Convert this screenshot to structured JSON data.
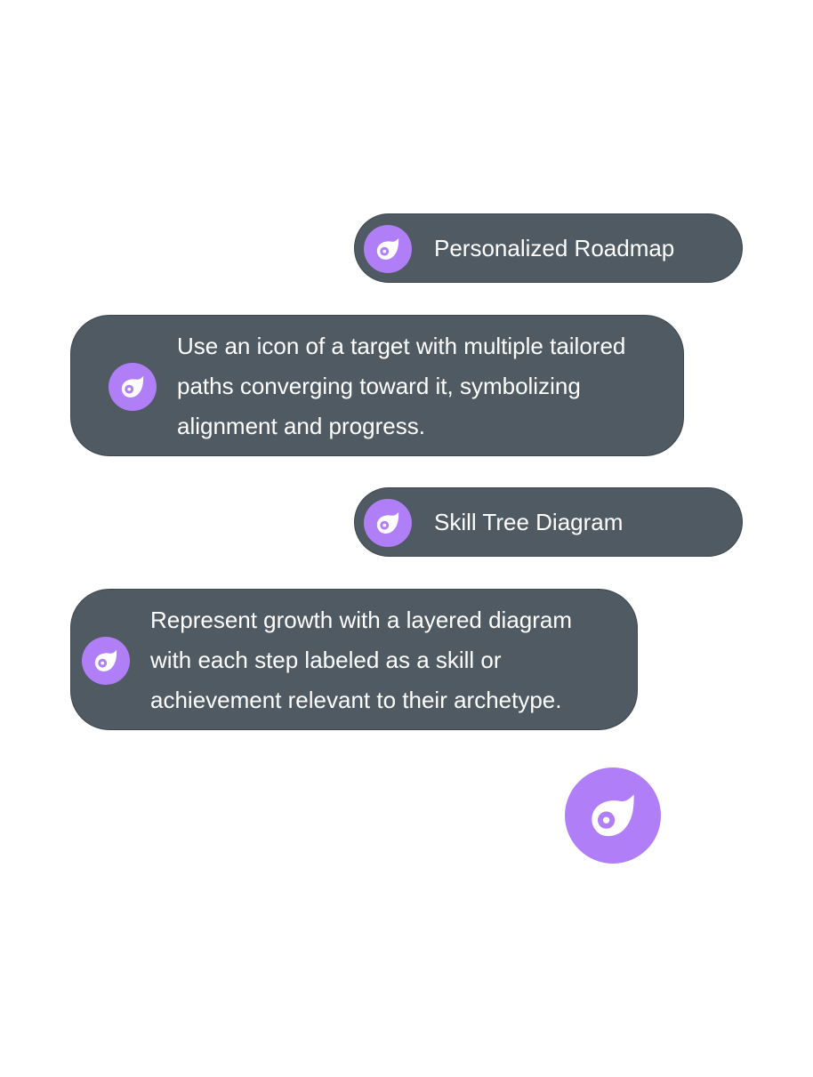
{
  "messages": [
    {
      "type": "title",
      "avatar_icon": "eye-drop-icon",
      "text": "Personalized Roadmap"
    },
    {
      "type": "description",
      "avatar_icon": "eye-drop-icon",
      "lines": [
        "Use an icon of a target with multiple tailored",
        "paths converging toward it, symbolizing",
        "alignment and progress."
      ]
    },
    {
      "type": "title",
      "avatar_icon": "eye-drop-icon",
      "text": "Skill Tree Diagram"
    },
    {
      "type": "description",
      "avatar_icon": "eye-drop-icon",
      "lines": [
        "Represent growth with a layered diagram",
        "with each step labeled as a skill or",
        "achievement relevant to their archetype."
      ]
    }
  ],
  "typing_avatar_icon": "eye-drop-icon",
  "colors": {
    "bubble": "#4f5a62",
    "bubble_border": "#3e474e",
    "avatar": "#b07ff7",
    "text": "#ffffff",
    "background": "#ffffff"
  }
}
